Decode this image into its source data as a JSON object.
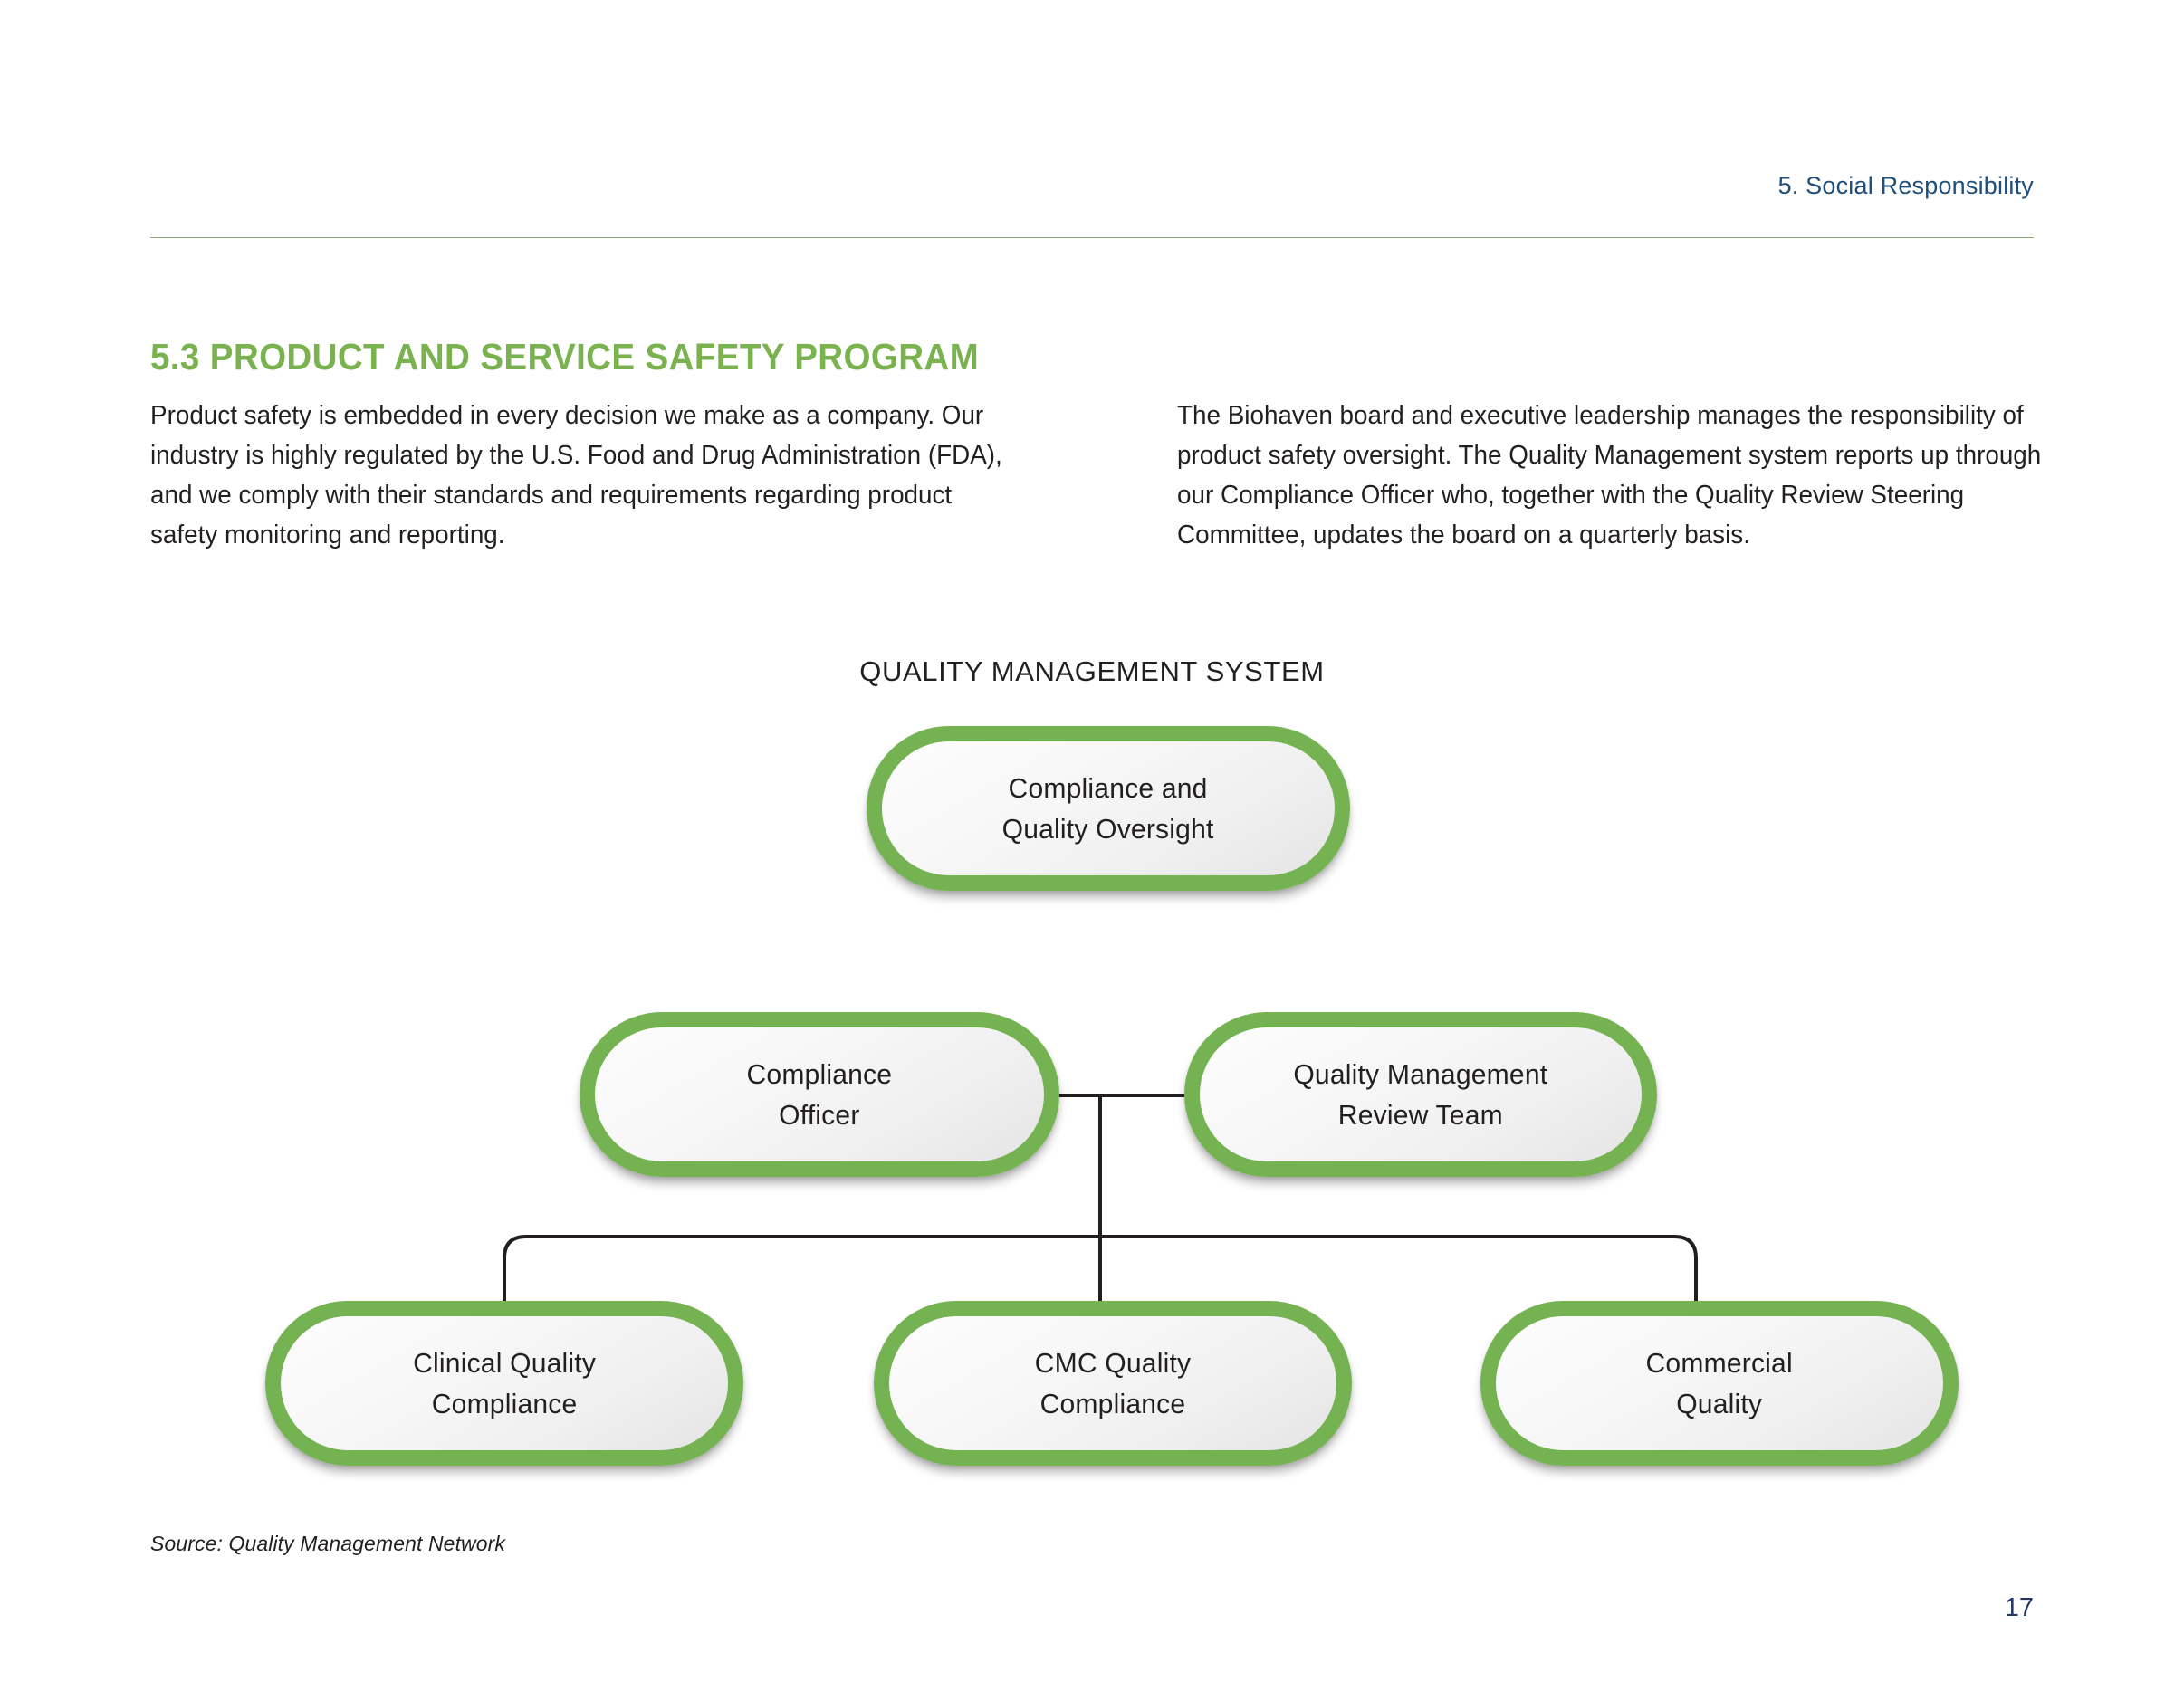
{
  "header": {
    "section_label": "5. Social Responsibility",
    "rule_color": "#8EA87C",
    "text_color": "#1F4E79"
  },
  "section": {
    "heading": "5.3 PRODUCT AND SERVICE SAFETY PROGRAM",
    "heading_color": "#7AB24F"
  },
  "body": {
    "left_paragraph": "Product safety is embedded in every decision we make as a company. Our industry is highly regulated by the U.S. Food and Drug Administration (FDA), and we comply with their standards and requirements regarding product safety monitoring and reporting.",
    "right_paragraph": "The Biohaven board and executive leadership manages the responsibility of product safety oversight. The Quality Management system reports up through our Compliance Officer who, together with the Quality Review Steering Committee, updates the board on a quarterly basis."
  },
  "diagram": {
    "title": "QUALITY MANAGEMENT SYSTEM",
    "node_border_color": "#74B252",
    "connector_color": "#231F20",
    "nodes": {
      "root": "Compliance and\nQuality Oversight",
      "compliance_officer": "Compliance\nOfficer",
      "quality_management_review_team": "Quality Management\nReview Team",
      "clinical_quality_compliance": "Clinical Quality\nCompliance",
      "cmc_quality_compliance": "CMC Quality\nCompliance",
      "commercial_quality": "Commercial\nQuality"
    }
  },
  "footer": {
    "source": "Source: Quality Management Network",
    "page_number": "17",
    "page_number_color": "#1F3864"
  }
}
